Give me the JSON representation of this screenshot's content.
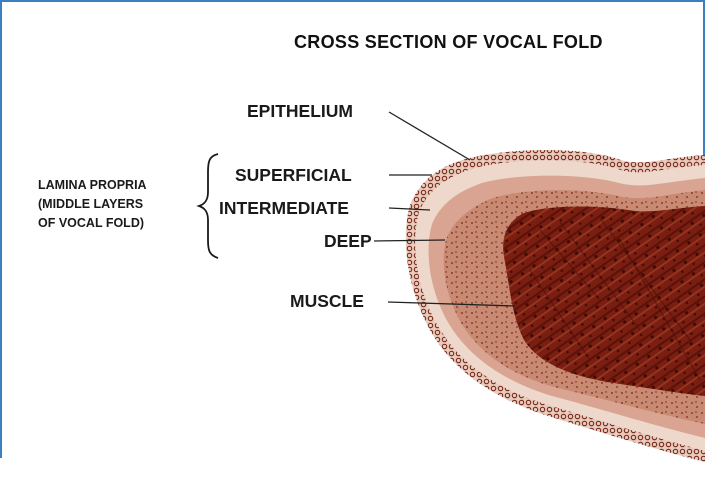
{
  "title": "CROSS SECTION OF VOCAL FOLD",
  "labels": {
    "epithelium": "EPITHELIUM",
    "superficial": "SUPERFICIAL",
    "intermediate": "INTERMEDIATE",
    "deep": "DEEP",
    "muscle": "MUSCLE"
  },
  "group": {
    "line1": "LAMINA PROPRIA",
    "line2": "(MIDDLE LAYERS",
    "line3": "OF VOCAL FOLD)"
  },
  "colors": {
    "frame": "#3a7fc0",
    "muscle": "#7a1e12",
    "deep_layer": "#b8705a",
    "intermediate_layer": "#d9a592",
    "superficial_layer": "#eed8cc",
    "epithelium": "#8a3a2a"
  }
}
